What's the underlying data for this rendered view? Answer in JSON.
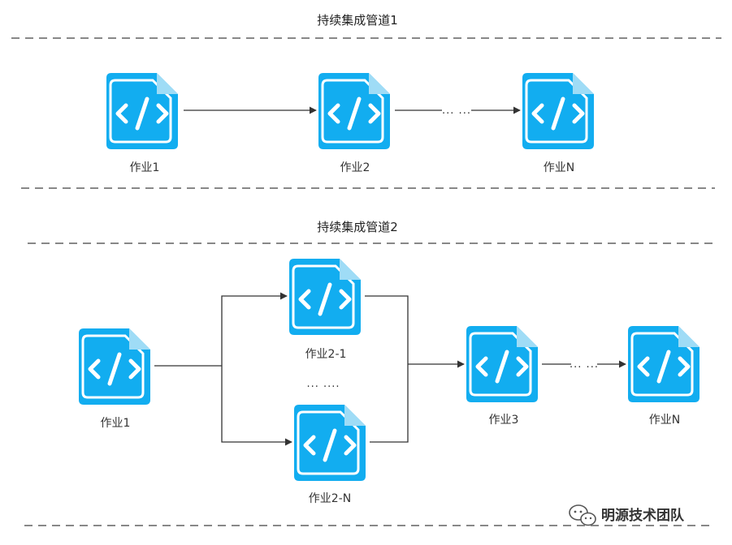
{
  "pipeline1": {
    "title": "持续集成管道1",
    "jobs": [
      "作业1",
      "作业2",
      "作业N"
    ],
    "ellipsis": "... ..."
  },
  "pipeline2": {
    "title": "持续集成管道2",
    "jobs": [
      "作业1",
      "作业2-1",
      "作业2-N",
      "作业3",
      "作业N"
    ],
    "ellipsis_branch": "... ....",
    "ellipsis_tail": "... ..."
  },
  "watermark": "明源技术团队",
  "colors": {
    "icon_fill": "#12adf0",
    "icon_border": "#0b96d3",
    "icon_glyph": "#ffffff",
    "dash_line": "#888888",
    "edge": "#333333"
  },
  "icons": {
    "job": "code-file-icon",
    "watermark": "wechat-icon"
  }
}
